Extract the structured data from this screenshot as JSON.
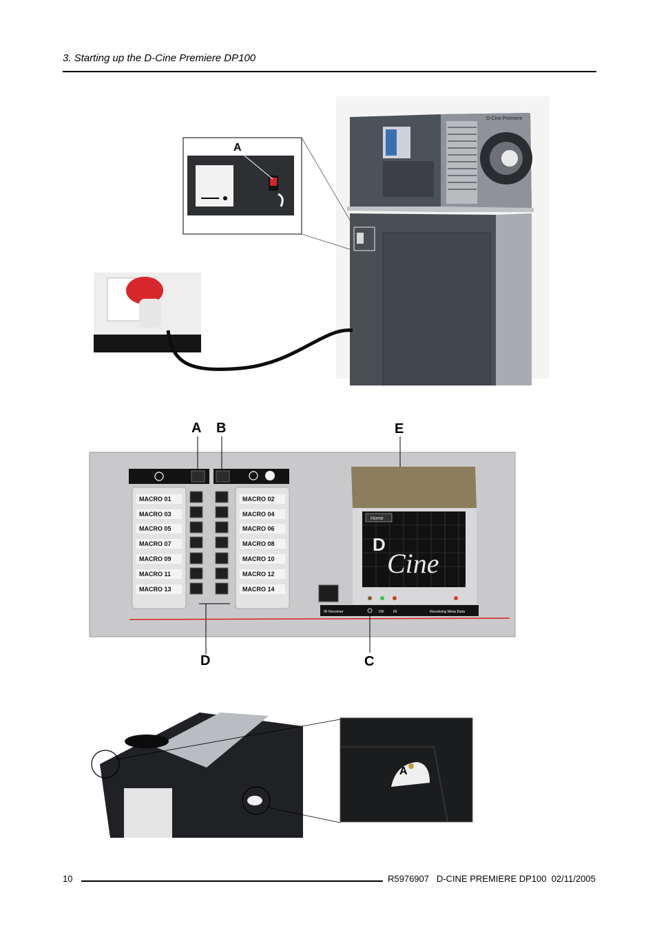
{
  "header": {
    "title": "3. Starting up the D-Cine Premiere DP100"
  },
  "footer": {
    "page_number": "10",
    "reference": "R5976907   D-CINE PREMIERE DP100  02/11/2005"
  },
  "figure1": {
    "inset_label": "A",
    "brand_label": "D-Cine Premiere"
  },
  "figure2": {
    "labels": {
      "a": "A",
      "b": "B",
      "c": "C",
      "d": "D",
      "e": "E"
    },
    "macros_left": [
      "MACRO 01",
      "MACRO 03",
      "MACRO 05",
      "MACRO 07",
      "MACRO 09",
      "MACRO 11",
      "MACRO 13"
    ],
    "macros_right": [
      "MACRO 02",
      "MACRO 04",
      "MACRO 06",
      "MACRO 08",
      "MACRO 10",
      "MACRO 12",
      "MACRO 14"
    ],
    "screen_tab": "Home",
    "screen_logo_letter": "D",
    "screen_logo_word": "Cine",
    "status_labels": [
      "IR Receiver",
      "OK",
      "IR",
      "Receiving Meta Data"
    ]
  },
  "figure3": {
    "inset_label": "A"
  },
  "colors": {
    "panel_grey": "#c9c9cb",
    "projector_dark": "#4a4f55",
    "accent_red": "#d62020",
    "led_green": "#35c24a",
    "led_red": "#d83a2a"
  }
}
